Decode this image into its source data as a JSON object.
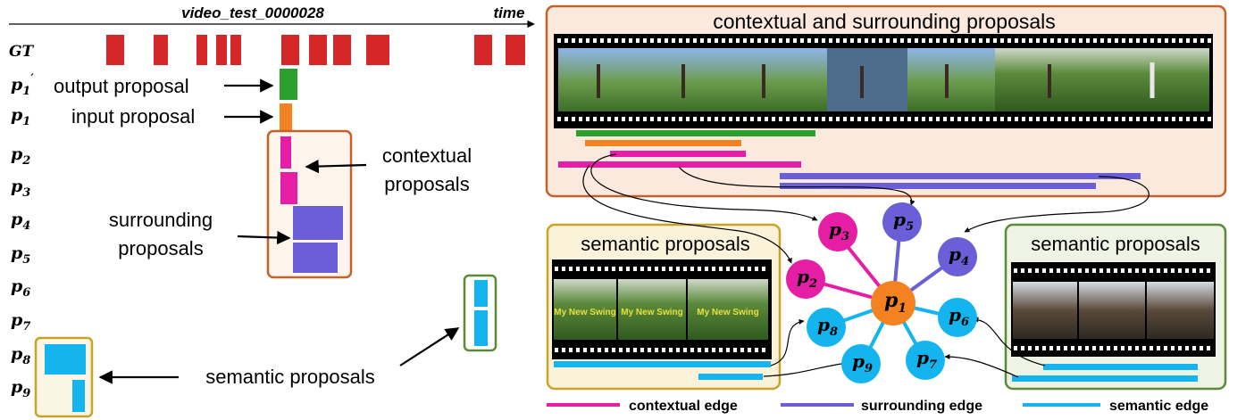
{
  "timeline": {
    "video_label": "video_test_0000028",
    "time_label": "time"
  },
  "rows": {
    "gt": "GT",
    "p1prime": "p",
    "p1prime_sub": "1",
    "p1prime_mark": "′",
    "p1": "p",
    "p1_sub": "1",
    "p2": "p",
    "p2_sub": "2",
    "p3": "p",
    "p3_sub": "3",
    "p4": "p",
    "p4_sub": "4",
    "p5": "p",
    "p5_sub": "5",
    "p6": "p",
    "p6_sub": "6",
    "p7": "p",
    "p7_sub": "7",
    "p8": "p",
    "p8_sub": "8",
    "p9": "p",
    "p9_sub": "9"
  },
  "annotations": {
    "output_proposal": "output proposal",
    "input_proposal": "input proposal",
    "contextual_1": "contextual",
    "contextual_2": "proposals",
    "surrounding_1": "surrounding",
    "surrounding_2": "proposals",
    "semantic_bottom": "semantic proposals"
  },
  "panels": {
    "context_title": "contextual and surrounding proposals",
    "semantic_left_title": "semantic proposals",
    "semantic_right_title": "semantic proposals",
    "frame_caption": "My New Swing"
  },
  "graph": {
    "nodes": {
      "p1": {
        "letter": "p",
        "sub": "1"
      },
      "p2": {
        "letter": "p",
        "sub": "2"
      },
      "p3": {
        "letter": "p",
        "sub": "3"
      },
      "p4": {
        "letter": "p",
        "sub": "4"
      },
      "p5": {
        "letter": "p",
        "sub": "5"
      },
      "p6": {
        "letter": "p",
        "sub": "6"
      },
      "p7": {
        "letter": "p",
        "sub": "7"
      },
      "p8": {
        "letter": "p",
        "sub": "8"
      },
      "p9": {
        "letter": "p",
        "sub": "9"
      }
    }
  },
  "legend": {
    "contextual": "contextual edge",
    "surrounding": "surrounding edge",
    "semantic": "semantic edge"
  },
  "colors": {
    "gt": "#d62728",
    "output": "#2ca02c",
    "input": "#f58220",
    "contextual": "#e61ea5",
    "surrounding": "#6a5fd6",
    "semantic": "#14b4ef",
    "context_border": "#c0622a",
    "semantic_left_border": "#c9a227",
    "semantic_right_border": "#5a8a3a"
  }
}
